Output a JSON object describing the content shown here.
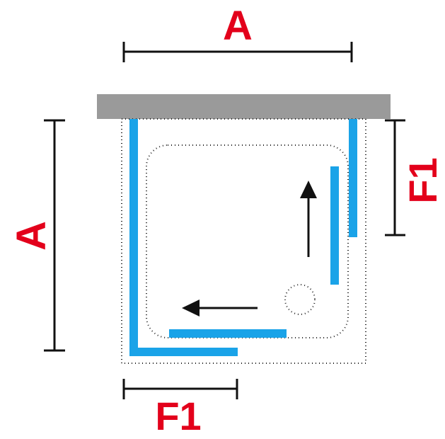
{
  "labels": {
    "top_width": "A",
    "left_height": "A",
    "right_fixed": "F1",
    "bottom_fixed": "F1"
  },
  "colors": {
    "label_red": "#e3001b",
    "glass_blue": "#1aa3e8",
    "wall_gray": "#9a9a9a",
    "line_black": "#111111"
  }
}
